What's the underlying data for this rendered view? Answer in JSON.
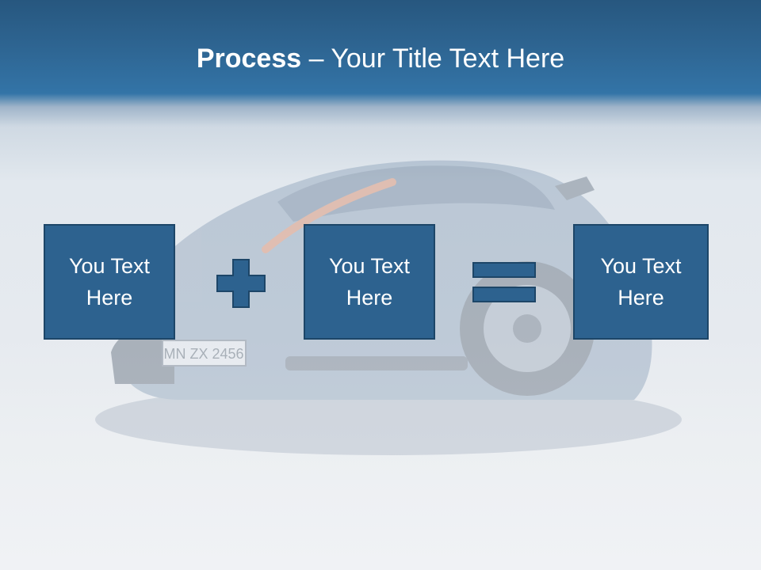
{
  "slide": {
    "title_bold": "Process",
    "title_rest": " – Your Title Text Here",
    "boxes": [
      {
        "text": "You Text\nHere"
      },
      {
        "text": "You Text\nHere"
      },
      {
        "text": "You Text\nHere"
      }
    ],
    "plate_text": "MN ZX 2456",
    "operators": [
      "plus-icon",
      "equals-icon"
    ],
    "colors": {
      "header": "#2e6592",
      "box_fill": "#2d628f",
      "box_border": "#1d4668",
      "text": "#ffffff"
    }
  }
}
